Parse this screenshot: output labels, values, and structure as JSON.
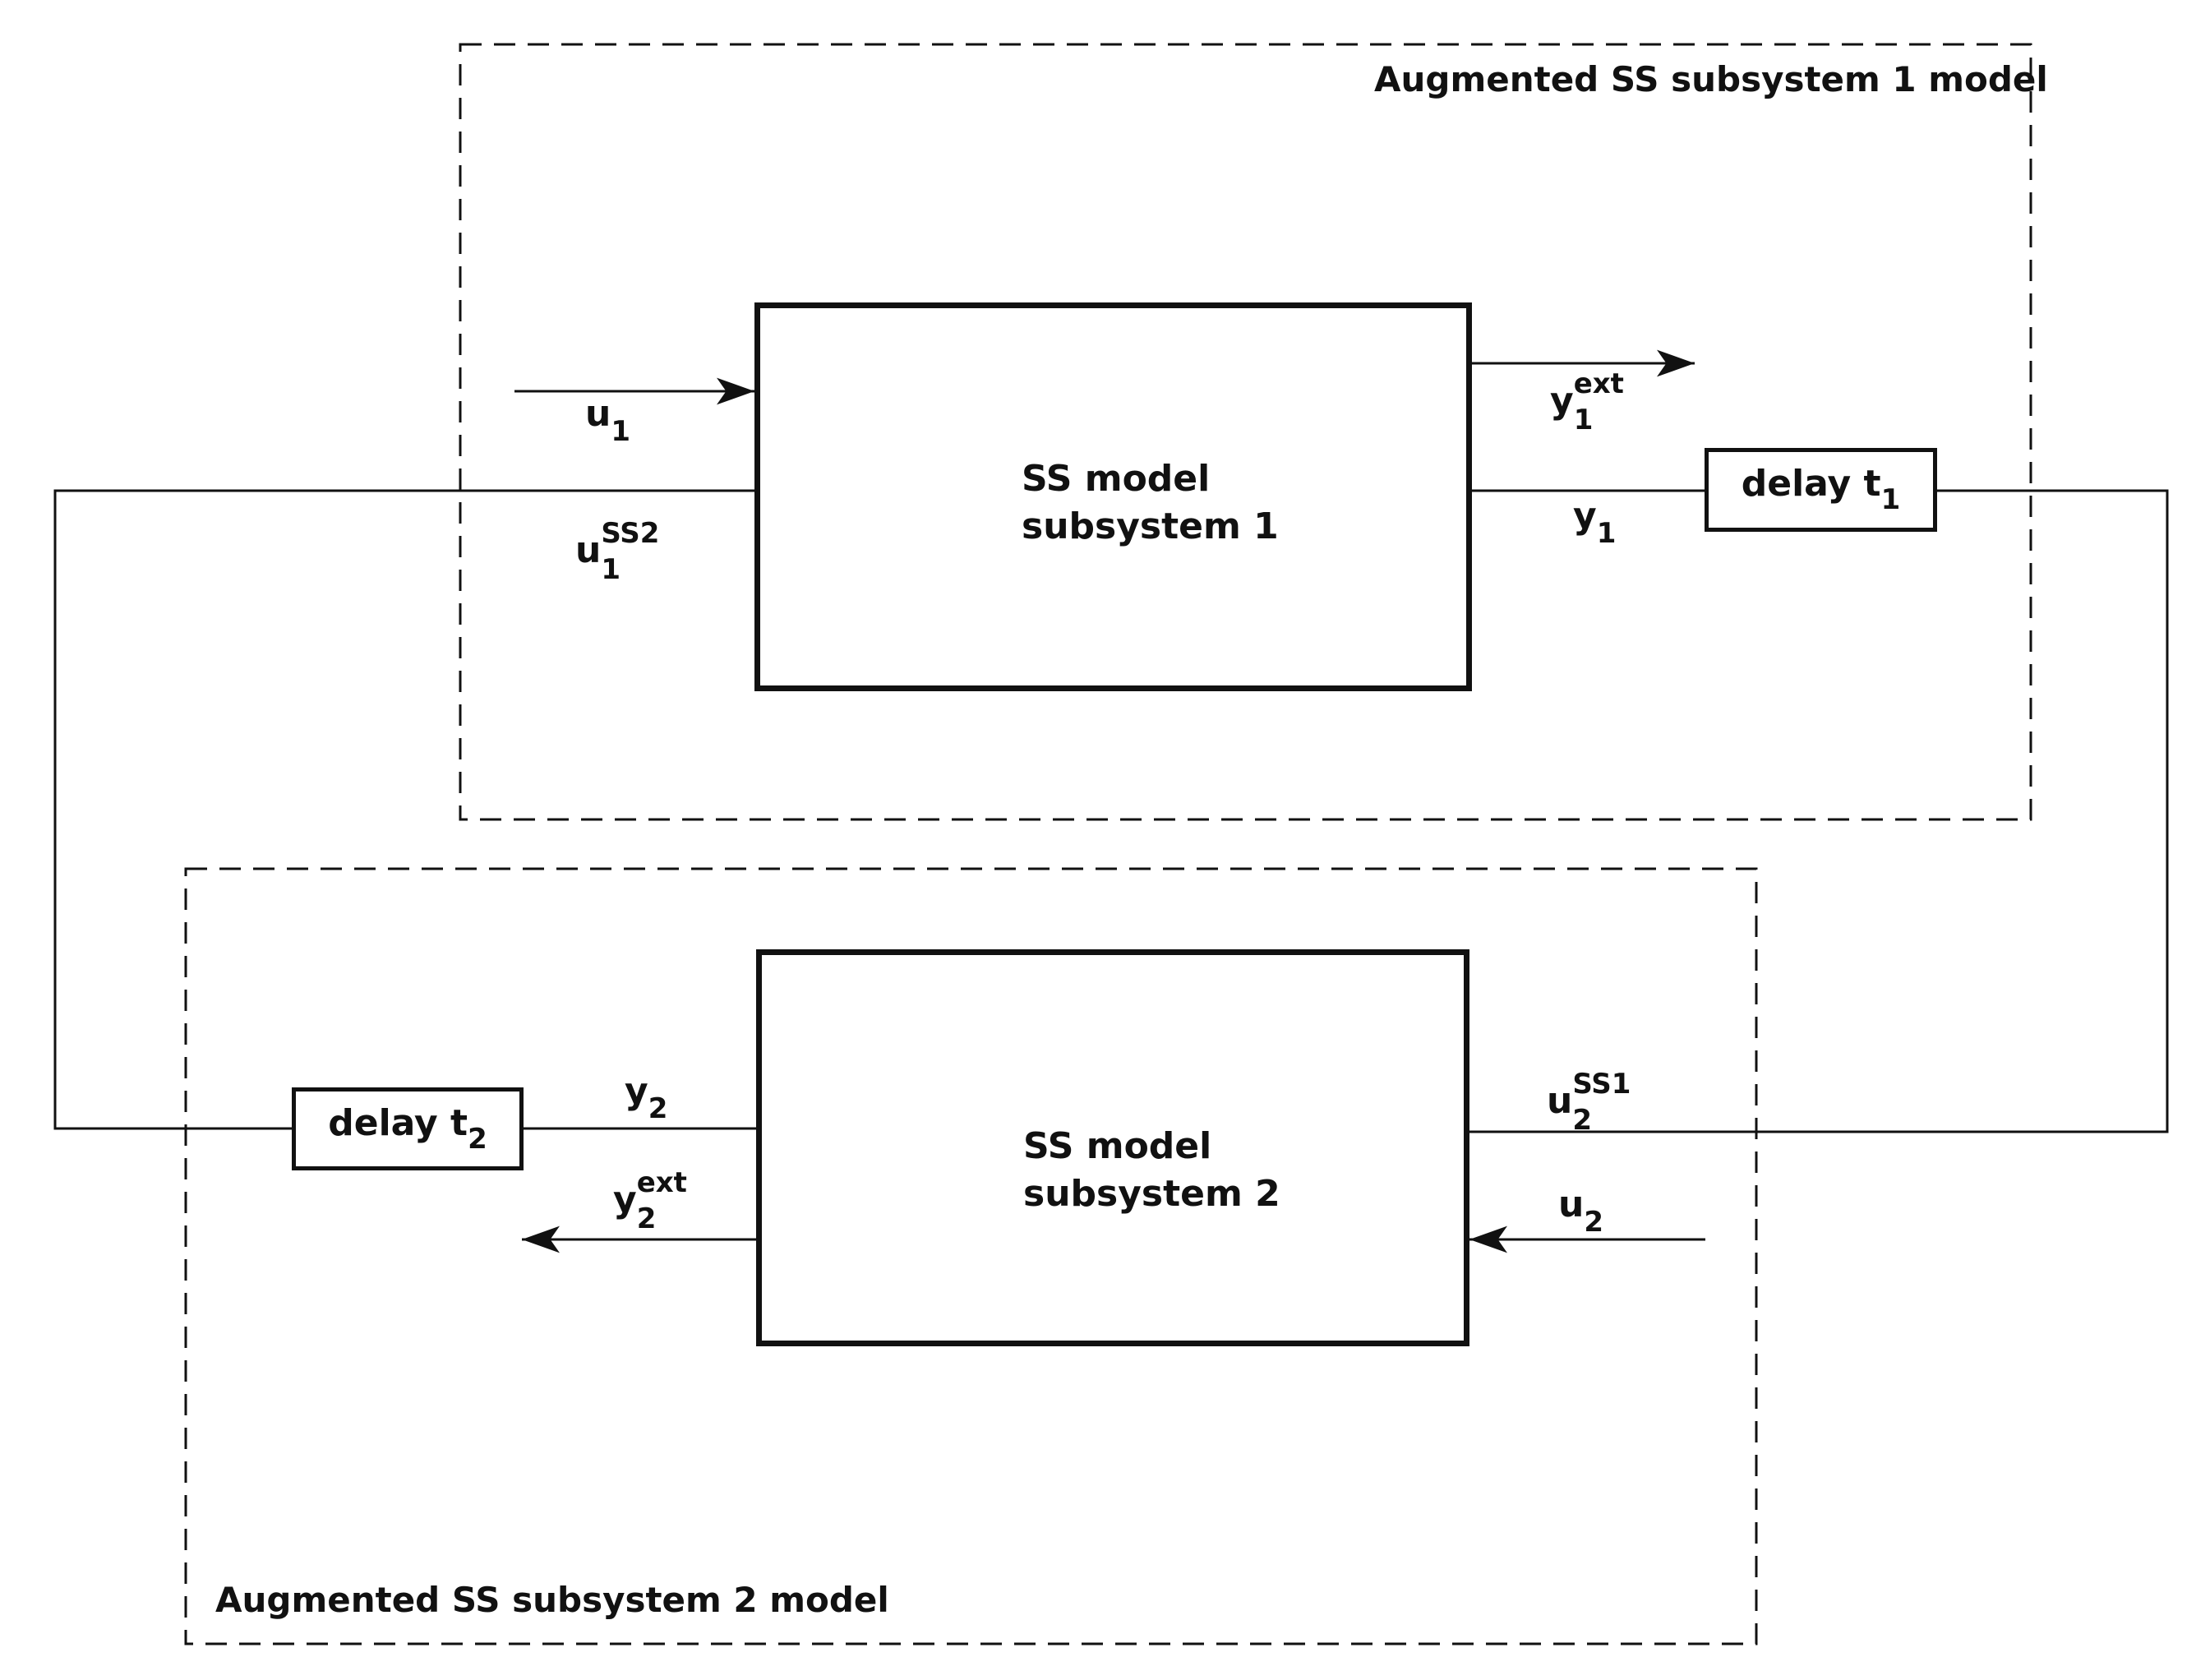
{
  "frames": {
    "frame1": {
      "label": "Augmented SS subsystem 1 model"
    },
    "frame2": {
      "label": "Augmented SS subsystem 2 model"
    }
  },
  "blocks": {
    "subsystem1": {
      "line1": "SS model",
      "line2": "subsystem 1"
    },
    "subsystem2": {
      "line1": "SS model",
      "line2": "subsystem 2"
    },
    "delay1": {
      "text": "delay t",
      "sub": "1"
    },
    "delay2": {
      "text": "delay t",
      "sub": "2"
    }
  },
  "signals": {
    "u1": {
      "base": "u",
      "sub": "1"
    },
    "u1_ss2": {
      "base": "u",
      "sub": "1",
      "sup": "SS2"
    },
    "y1_ext": {
      "base": "y",
      "sub": "1",
      "sup": "ext"
    },
    "y1": {
      "base": "y",
      "sub": "1"
    },
    "y2": {
      "base": "y",
      "sub": "2"
    },
    "y2_ext": {
      "base": "y",
      "sub": "2",
      "sup": "ext"
    },
    "u2_ss1": {
      "base": "u",
      "sub": "2",
      "sup": "SS1"
    },
    "u2": {
      "base": "u",
      "sub": "2"
    }
  },
  "colors": {
    "ink": "#111111",
    "background": "#ffffff"
  }
}
